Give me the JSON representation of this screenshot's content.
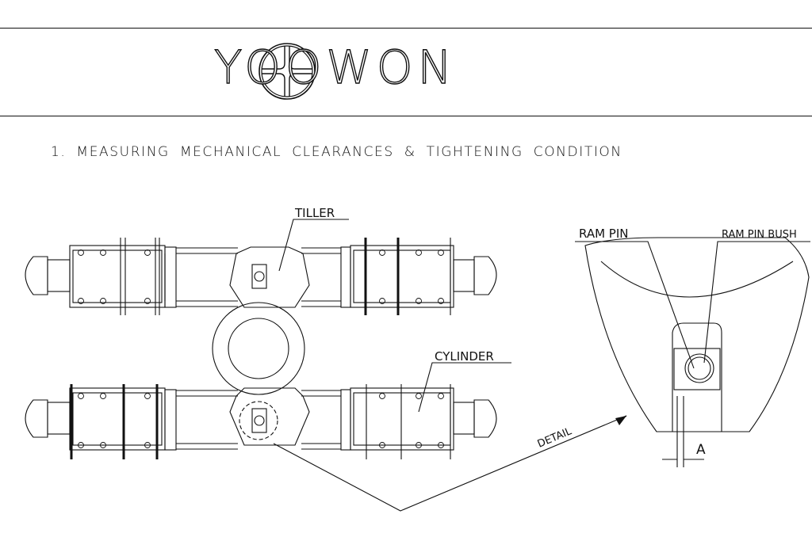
{
  "header": {
    "brand": "YOOWON",
    "logo_icon": "yoowon-cross-circle-logo"
  },
  "section": {
    "title": "1. MEASURING MECHANICAL CLEARANCES & TIGHTENING CONDITION"
  },
  "labels": {
    "tiller": "TILLER",
    "cylinder": "CYLINDER",
    "ram_pin": "RAM PIN",
    "ram_pin_bush": "RAM PIN BUSH",
    "detail": "DETAIL",
    "dimension_a": "A"
  }
}
